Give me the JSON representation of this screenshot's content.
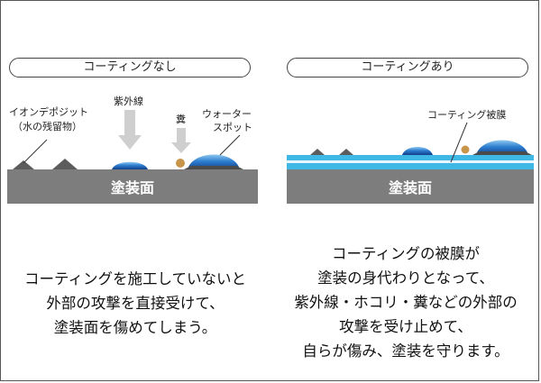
{
  "left": {
    "title": "コーティングなし",
    "labels": {
      "deposit_line1": "イオンデポジット",
      "deposit_line2": "（水の残留物）",
      "uv": "紫外線",
      "droppings": "糞",
      "water_spot_line1": "ウォーター",
      "water_spot_line2": "スポット",
      "surface": "塗装面"
    },
    "caption": [
      "コーティングを施工していないと",
      "外部の攻撃を直接受けて、",
      "塗装面を傷めてしまう。"
    ]
  },
  "right": {
    "title": "コーティングあり",
    "labels": {
      "film": "コーティング被膜",
      "surface": "塗装面"
    },
    "caption": [
      "コーティングの被膜が",
      "塗装の身代わりとなって、",
      "紫外線・ホコリ・糞などの外部の",
      "攻撃を受け止めて、",
      "自らが傷み、塗装を守ります。"
    ]
  },
  "colors": {
    "paint_surface": "#7d7d7d",
    "coating_film": "#40b8e6",
    "water_drop": "#1f5fb3",
    "droppings": "#c8964a",
    "arrow": "#cfcfcf"
  }
}
